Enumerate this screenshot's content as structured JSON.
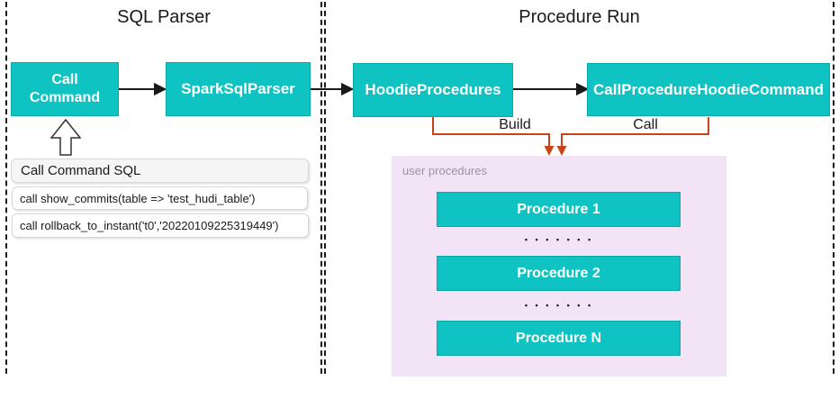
{
  "colors": {
    "teal": "#0fc3c3",
    "teal_border": "#0aa8a6",
    "orange": "#cc4218",
    "pink": "#f2e4f6",
    "ink": "#1a1a1a",
    "gray_text": "#9b93a0"
  },
  "sections": {
    "sql_parser": {
      "title": "SQL Parser"
    },
    "procedure_run": {
      "title": "Procedure Run"
    }
  },
  "nodes": {
    "call_command": {
      "label": "Call\nCommand"
    },
    "spark_sql_parser": {
      "label": "SparkSqlParser"
    },
    "hoodie_procedures": {
      "label": "HoodieProcedures"
    },
    "call_procedure_hoodie_command": {
      "label": "CallProcedureHoodieCommand"
    }
  },
  "edges": {
    "build": {
      "label": "Build"
    },
    "call": {
      "label": "Call"
    }
  },
  "sql_panel": {
    "title": "Call Command SQL",
    "statements": [
      "call show_commits(table => 'test_hudi_table')",
      "call rollback_to_instant('t0','20220109225319449')"
    ]
  },
  "user_procedures": {
    "label": "user procedures",
    "items": [
      "Procedure 1",
      "Procedure 2",
      "Procedure N"
    ],
    "ellipsis": "▪ ▪ ▪ ▪ ▪ ▪ ▪"
  }
}
